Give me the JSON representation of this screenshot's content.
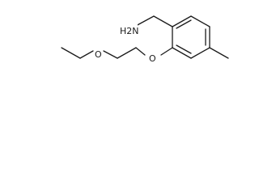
{
  "molecule": {
    "labels": {
      "amine": "H2N",
      "ether_oxygen_chain": "O",
      "ether_oxygen_ring": "O"
    }
  }
}
